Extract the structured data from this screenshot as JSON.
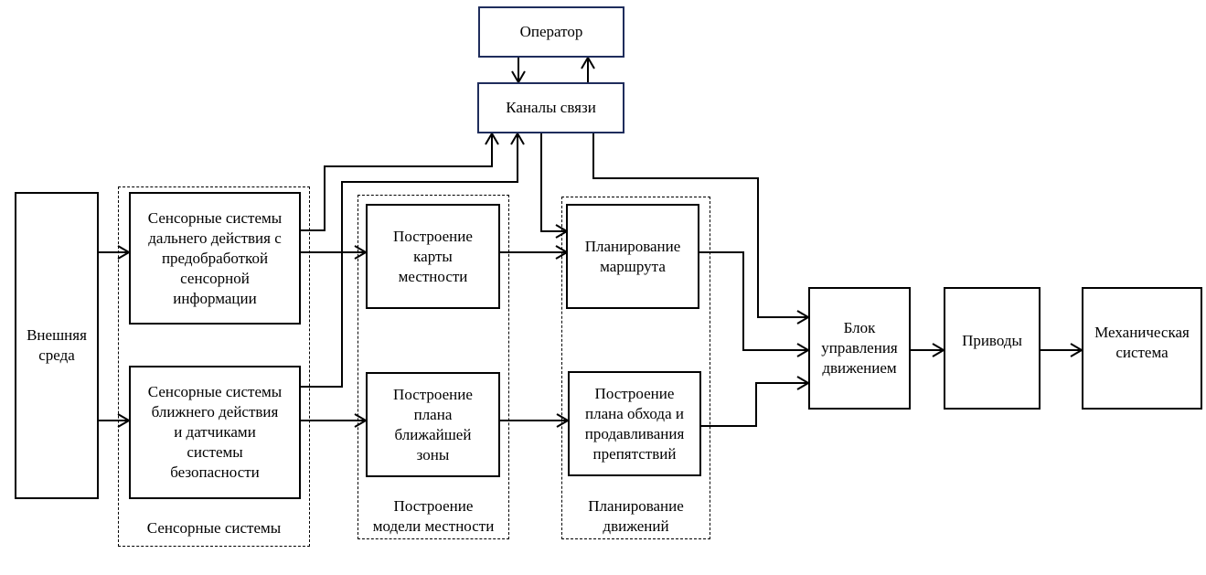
{
  "diagram": {
    "language": "ru",
    "nodes": {
      "operator": "Оператор",
      "comm_channels": "Каналы связи",
      "external_env": "Внешняя\nсреда",
      "long_range_sensors": "Сенсорные системы\nдальнего действия с\nпредобработкой\nсенсорной\nинформации",
      "short_range_sensors": "Сенсорные системы\nближнего действия\nи датчиками\nсистемы\nбезопасности",
      "terrain_map": "Построение\nкарты\nместности",
      "near_zone_plan": "Построение\nплана\nближайшей\nзоны",
      "route_planning": "Планирование\nмаршрута",
      "obstacle_plan": "Построение\nплана обхода и\nпродавливания\nпрепятствий",
      "motion_control": "Блок\nуправления\nдвижением",
      "drives": "Приводы",
      "mechanical_system": "Механическая\nсистема"
    },
    "groups": {
      "sensor_systems": "Сенсорные системы",
      "terrain_model": "Построение\nмодели местности",
      "motion_planning": "Планирование\nдвижений"
    },
    "edges": [
      {
        "from": "operator",
        "to": "comm_channels"
      },
      {
        "from": "comm_channels",
        "to": "operator"
      },
      {
        "from": "external_env",
        "to": "long_range_sensors"
      },
      {
        "from": "external_env",
        "to": "short_range_sensors"
      },
      {
        "from": "long_range_sensors",
        "to": "comm_channels"
      },
      {
        "from": "short_range_sensors",
        "to": "comm_channels"
      },
      {
        "from": "long_range_sensors",
        "to": "terrain_map"
      },
      {
        "from": "short_range_sensors",
        "to": "near_zone_plan"
      },
      {
        "from": "comm_channels",
        "to": "route_planning"
      },
      {
        "from": "comm_channels",
        "to": "motion_control"
      },
      {
        "from": "terrain_map",
        "to": "route_planning"
      },
      {
        "from": "near_zone_plan",
        "to": "obstacle_plan"
      },
      {
        "from": "route_planning",
        "to": "motion_control"
      },
      {
        "from": "obstacle_plan",
        "to": "motion_control"
      },
      {
        "from": "motion_control",
        "to": "drives"
      },
      {
        "from": "drives",
        "to": "mechanical_system"
      }
    ]
  }
}
